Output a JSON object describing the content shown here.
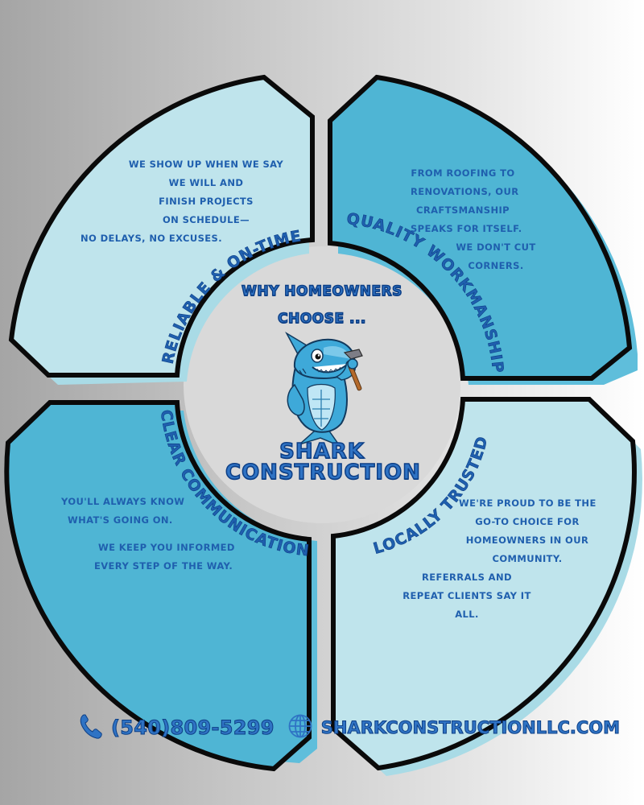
{
  "colors": {
    "background_gradient": [
      "#a5a5a5",
      "#ffffff"
    ],
    "panel_light": "#bfe4ec",
    "panel_dark": "#4fb5d4",
    "panel_shadow_light": "#a9dbe6",
    "panel_shadow_dark": "#5fbedb",
    "outline": "#0a0a0a",
    "text_blue": "#1f5fae",
    "heading_blue": "#2f73c4",
    "center_fill": "#d9d9d9"
  },
  "center": {
    "kicker_line1": "WHY HOMEOWNERS",
    "kicker_line2": "CHOOSE ...",
    "mascot": "shark-mascot-with-hammer",
    "brand_line1": "SHARK",
    "brand_line2": "CONSTRUCTION"
  },
  "panels": [
    {
      "id": "reliable",
      "position": "top-left",
      "title": "RELIABLE & ON-TIME",
      "lines": [
        "WE SHOW UP WHEN WE SAY",
        "WE WILL AND",
        "FINISH PROJECTS",
        "ON SCHEDULE—",
        "NO DELAYS, NO EXCUSES."
      ]
    },
    {
      "id": "quality",
      "position": "top-right",
      "title": "QUALITY WORKMANSHIP",
      "lines": [
        "FROM ROOFING TO",
        "RENOVATIONS, OUR",
        "CRAFTSMANSHIP",
        "SPEAKS FOR ITSELF.",
        "WE DON'T CUT",
        "CORNERS."
      ]
    },
    {
      "id": "communication",
      "position": "bottom-left",
      "title": "CLEAR COMMUNICATION",
      "lines": [
        "YOU'LL ALWAYS KNOW",
        "WHAT'S GOING ON.",
        "WE KEEP YOU INFORMED",
        "EVERY STEP OF THE WAY."
      ]
    },
    {
      "id": "trusted",
      "position": "bottom-right",
      "title": "LOCALLY TRUSTED",
      "lines": [
        "WE'RE PROUD TO BE THE",
        "GO-TO CHOICE FOR",
        "HOMEOWNERS IN OUR",
        "COMMUNITY.",
        "REFERRALS AND",
        "REPEAT CLIENTS SAY IT",
        "ALL."
      ]
    }
  ],
  "footer": {
    "phone_icon": "phone-icon",
    "phone": "(540)809-5299",
    "web_icon": "globe-icon",
    "website": "SHARKCONSTRUCTIONLLC.COM"
  }
}
